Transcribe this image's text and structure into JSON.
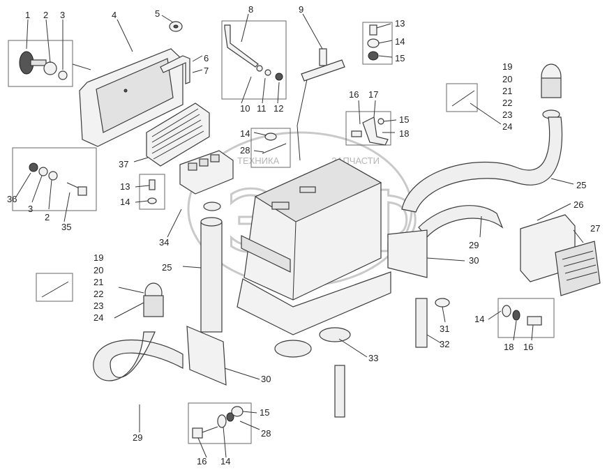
{
  "watermark": {
    "brand_letters": "ЭПФ",
    "text_left": "ТЕХНИКА",
    "text_right": "ЗАПЧАСТИ"
  },
  "labels": [
    {
      "id": "l1",
      "text": "1"
    },
    {
      "id": "l2",
      "text": "2"
    },
    {
      "id": "l3",
      "text": "3"
    },
    {
      "id": "l4",
      "text": "4"
    },
    {
      "id": "l5",
      "text": "5"
    },
    {
      "id": "l6",
      "text": "6"
    },
    {
      "id": "l7",
      "text": "7"
    },
    {
      "id": "l8",
      "text": "8"
    },
    {
      "id": "l9",
      "text": "9"
    },
    {
      "id": "l10",
      "text": "10"
    },
    {
      "id": "l11",
      "text": "11"
    },
    {
      "id": "l12",
      "text": "12"
    },
    {
      "id": "l13a",
      "text": "13"
    },
    {
      "id": "l14a",
      "text": "14"
    },
    {
      "id": "l15a",
      "text": "15"
    },
    {
      "id": "l16a",
      "text": "16"
    },
    {
      "id": "l17",
      "text": "17"
    },
    {
      "id": "l15b",
      "text": "15"
    },
    {
      "id": "l18a",
      "text": "18"
    },
    {
      "id": "l19a",
      "text": "19"
    },
    {
      "id": "l20a",
      "text": "20"
    },
    {
      "id": "l21a",
      "text": "21"
    },
    {
      "id": "l22a",
      "text": "22"
    },
    {
      "id": "l23a",
      "text": "23"
    },
    {
      "id": "l24a",
      "text": "24"
    },
    {
      "id": "l25a",
      "text": "25"
    },
    {
      "id": "l26",
      "text": "26"
    },
    {
      "id": "l27",
      "text": "27"
    },
    {
      "id": "l29a",
      "text": "29"
    },
    {
      "id": "l30a",
      "text": "30"
    },
    {
      "id": "l14b",
      "text": "14"
    },
    {
      "id": "l28a",
      "text": "28"
    },
    {
      "id": "l37",
      "text": "37"
    },
    {
      "id": "l13b",
      "text": "13"
    },
    {
      "id": "l14c",
      "text": "14"
    },
    {
      "id": "l36",
      "text": "36"
    },
    {
      "id": "l3b",
      "text": "3"
    },
    {
      "id": "l2b",
      "text": "2"
    },
    {
      "id": "l35",
      "text": "35"
    },
    {
      "id": "l34",
      "text": "34"
    },
    {
      "id": "l25b",
      "text": "25"
    },
    {
      "id": "l19b",
      "text": "19"
    },
    {
      "id": "l20b",
      "text": "20"
    },
    {
      "id": "l21b",
      "text": "21"
    },
    {
      "id": "l22b",
      "text": "22"
    },
    {
      "id": "l23b",
      "text": "23"
    },
    {
      "id": "l24b",
      "text": "24"
    },
    {
      "id": "l31",
      "text": "31"
    },
    {
      "id": "l32",
      "text": "32"
    },
    {
      "id": "l33",
      "text": "33"
    },
    {
      "id": "l14d",
      "text": "14"
    },
    {
      "id": "l18b",
      "text": "18"
    },
    {
      "id": "l16b",
      "text": "16"
    },
    {
      "id": "l30b",
      "text": "30"
    },
    {
      "id": "l15c",
      "text": "15"
    },
    {
      "id": "l28b",
      "text": "28"
    },
    {
      "id": "l16c",
      "text": "16"
    },
    {
      "id": "l14e",
      "text": "14"
    },
    {
      "id": "l29b",
      "text": "29"
    }
  ]
}
